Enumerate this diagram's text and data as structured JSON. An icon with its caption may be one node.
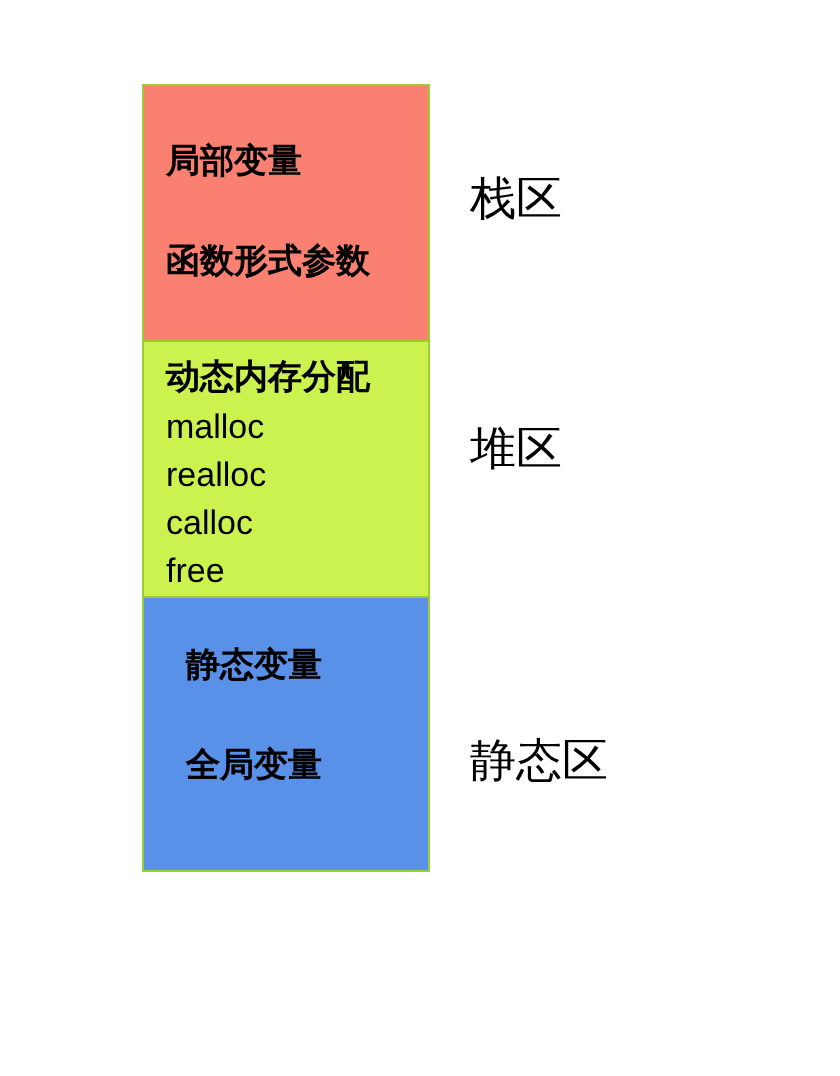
{
  "diagram": {
    "nodes": [
      {
        "text": [
          "局部变量",
          "函数形式参数"
        ],
        "beside": [
          "栈区"
        ]
      },
      {
        "text": [
          "动态内存分配",
          "malloc",
          "realloc",
          "calloc",
          "free"
        ],
        "beside": [
          "堆区"
        ]
      },
      {
        "text": [
          "静态变量",
          "全局变量"
        ],
        "beside": [
          "静态区"
        ]
      }
    ]
  }
}
